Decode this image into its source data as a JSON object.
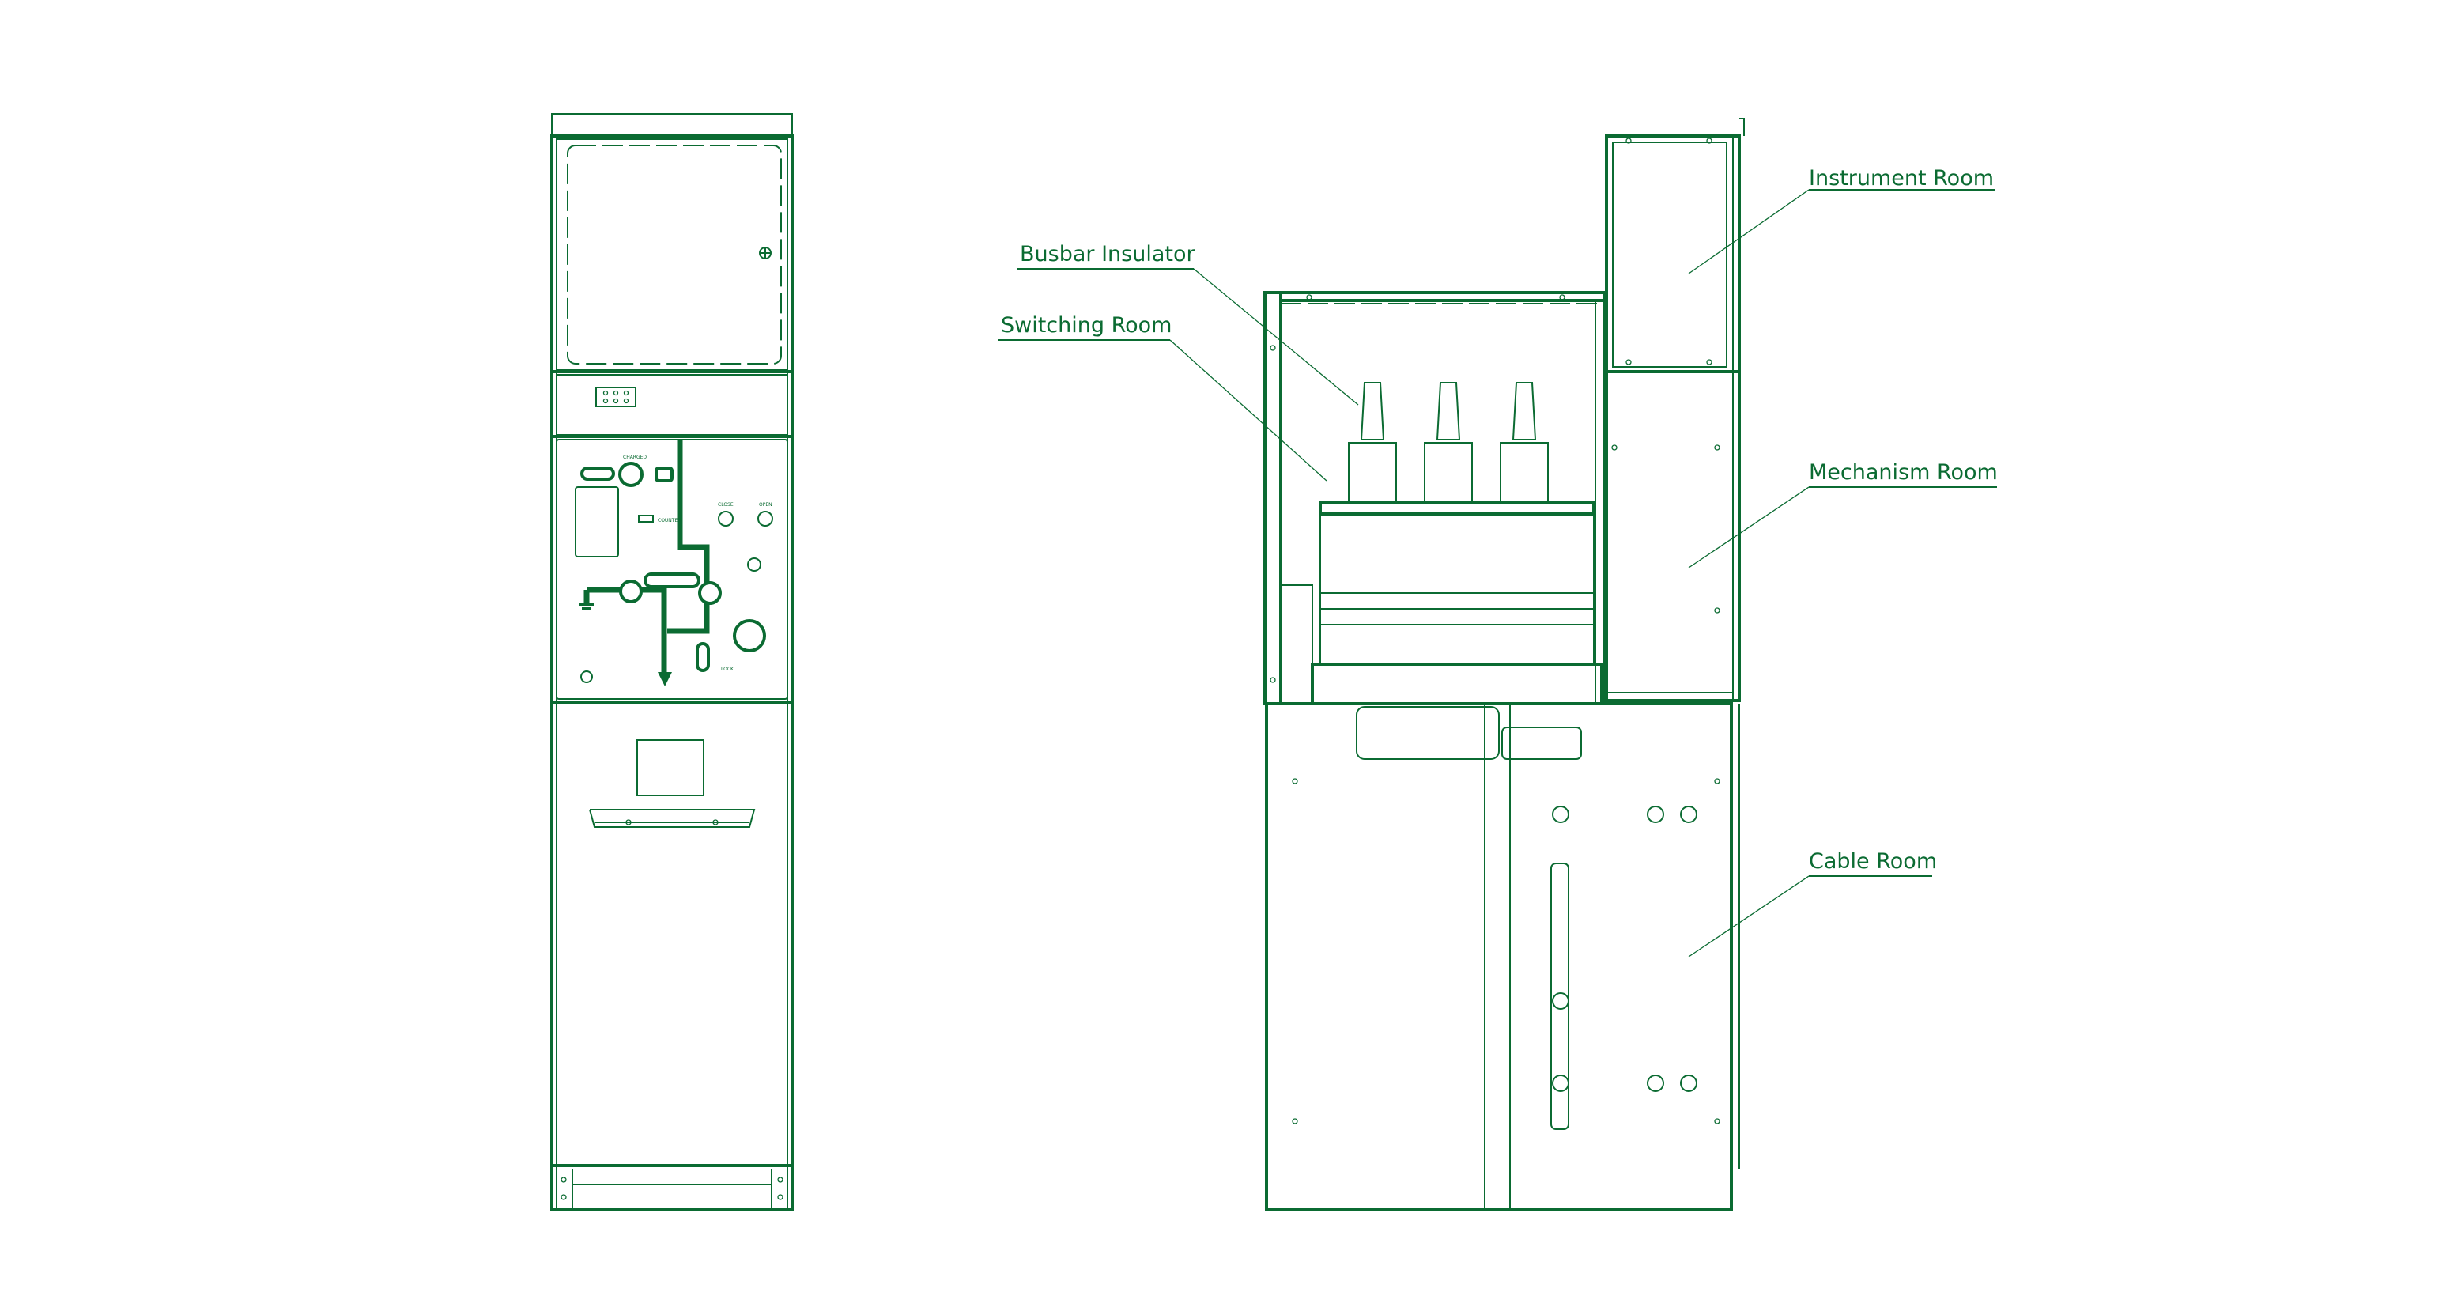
{
  "colors": {
    "line": "#0b6b32",
    "background": "#ffffff"
  },
  "labels": {
    "instrument_room": "Instrument Room",
    "busbar_insulator": "Busbar Insulator",
    "switching_room": "Switching Room",
    "mechanism_room": "Mechanism Room",
    "cable_room": "Cable Room"
  },
  "panel_markings": {
    "charged": "CHARGED",
    "counter": "COUNTER",
    "close": "CLOSE",
    "open": "OPEN",
    "lock": "LOCK"
  }
}
